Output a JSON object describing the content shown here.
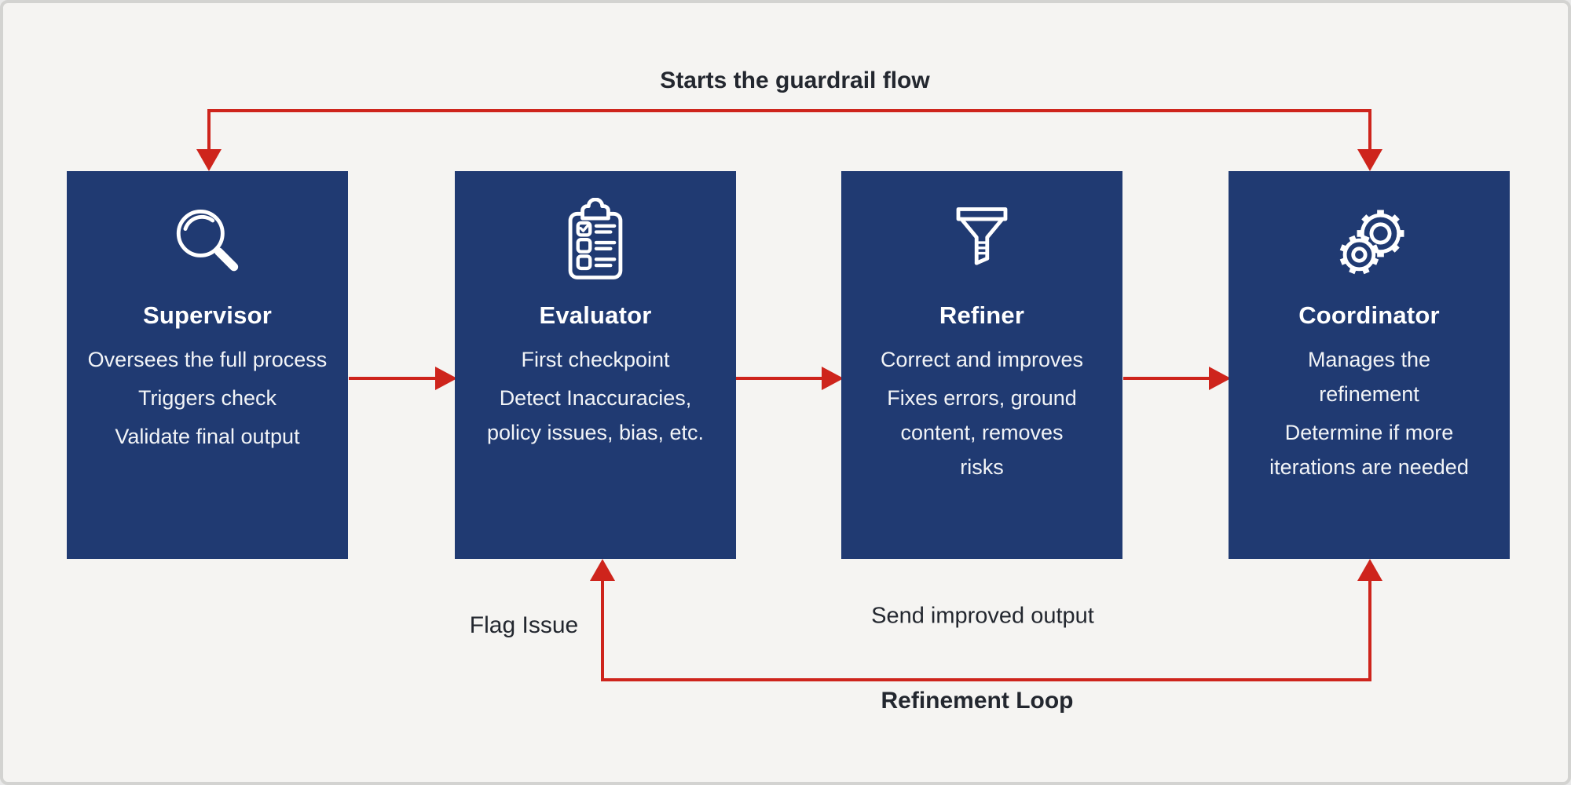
{
  "diagram": {
    "top_label": "Starts the guardrail flow",
    "boxes": [
      {
        "title": "Supervisor",
        "icon": "magnifier-search-icon",
        "lines": [
          "Oversees the full process",
          "Triggers check",
          "Validate final output"
        ]
      },
      {
        "title": "Evaluator",
        "icon": "clipboard-checklist-icon",
        "lines": [
          "First checkpoint",
          "Detect Inaccuracies, policy issues, bias, etc."
        ]
      },
      {
        "title": "Refiner",
        "icon": "funnel-icon",
        "lines": [
          "Correct and improves",
          "Fixes errors, ground content, removes risks"
        ]
      },
      {
        "title": "Coordinator",
        "icon": "gears-icon",
        "lines": [
          "Manages the refinement",
          "Determine if more iterations are needed"
        ]
      }
    ],
    "flow_labels": {
      "flag_issue": "Flag Issue",
      "send_improved_output": "Send improved output",
      "refinement_loop": "Refinement Loop"
    },
    "connections": [
      {
        "from": "Coordinator",
        "to": "Supervisor",
        "label": "Starts the guardrail flow",
        "route": "top"
      },
      {
        "from": "Supervisor",
        "to": "Evaluator",
        "route": "middle"
      },
      {
        "from": "Evaluator",
        "to": "Refiner",
        "route": "middle"
      },
      {
        "from": "Refiner",
        "to": "Coordinator",
        "route": "middle"
      },
      {
        "from": "Refinement Loop",
        "to": "Evaluator",
        "label": "Flag Issue",
        "route": "bottom"
      },
      {
        "from": "Refinement Loop",
        "to": "Coordinator",
        "label": "Send improved output",
        "route": "bottom"
      }
    ],
    "colors": {
      "box_blue": "#203a72",
      "arrow_red": "#ce241c",
      "background": "#f5f4f2",
      "label_text": "#23272f",
      "box_text": "#f2f4f7"
    }
  }
}
